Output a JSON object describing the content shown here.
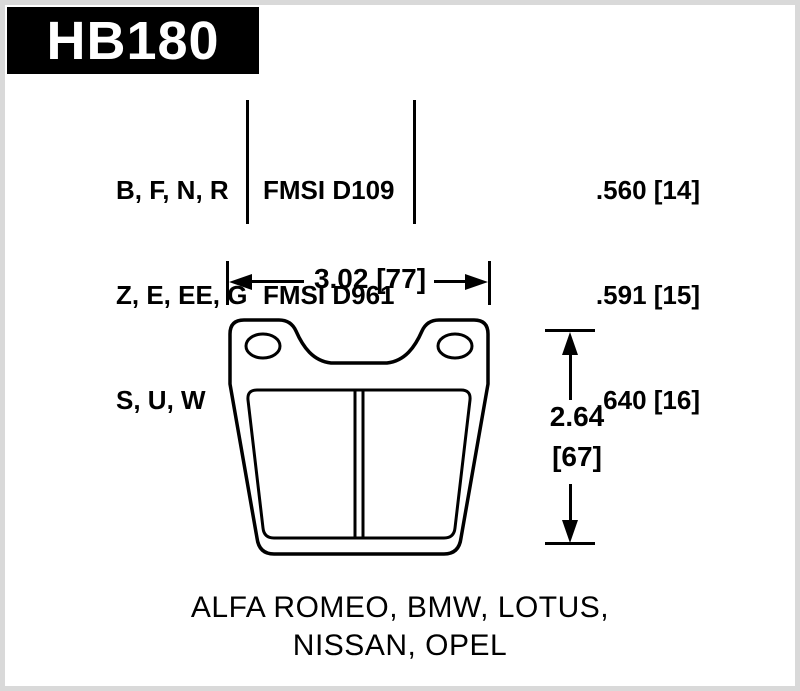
{
  "badge": {
    "part_number": "HB180"
  },
  "spec_table": {
    "compound_rows": [
      "B, F, N, R",
      "Z, E, EE, G",
      "S, U, W"
    ],
    "fmsi_rows": [
      "FMSI D109",
      "FMSI D961"
    ],
    "thickness_rows": [
      ".560 [14]",
      ".591 [15]",
      ".640 [16]"
    ]
  },
  "dimensions": {
    "width_label": "3.02 [77]",
    "height_label_in": "2.64",
    "height_label_mm": "[67]"
  },
  "applications": {
    "line1": "ALFA ROMEO, BMW, LOTUS,",
    "line2": "NISSAN, OPEL"
  },
  "colors": {
    "ink": "#000000",
    "paper": "#ffffff",
    "frame": "#d9d9d9"
  }
}
